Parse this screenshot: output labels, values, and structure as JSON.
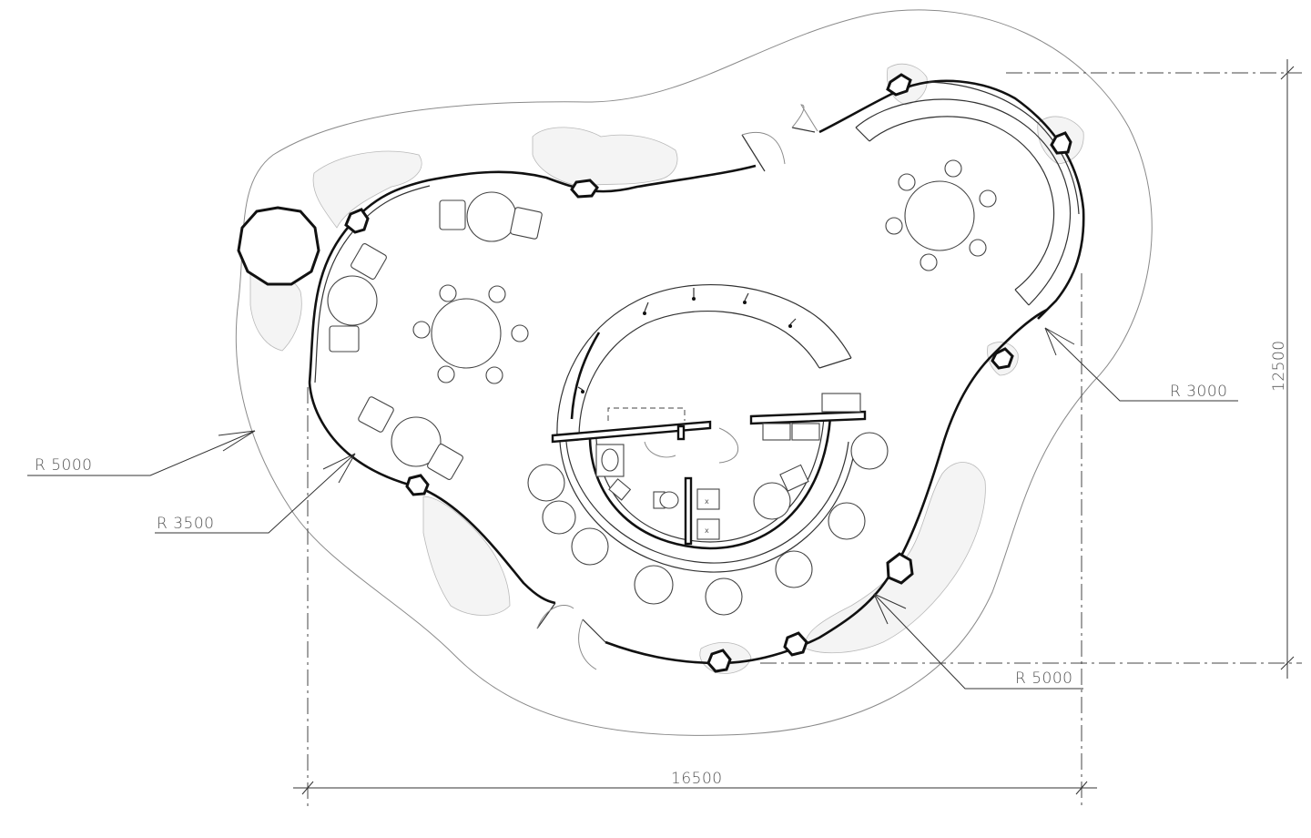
{
  "dimensions": {
    "width_label": "16500",
    "height_label": "12500"
  },
  "radius_labels": {
    "outer_left": "R 5000",
    "inner_left": "R 3500",
    "right_upper": "R 3000",
    "right_lower": "R 5000"
  },
  "colors": {
    "stroke": "#111111",
    "thin_line": "#8a8a8a",
    "planting": "#f4f4f4",
    "text": "#555555"
  }
}
